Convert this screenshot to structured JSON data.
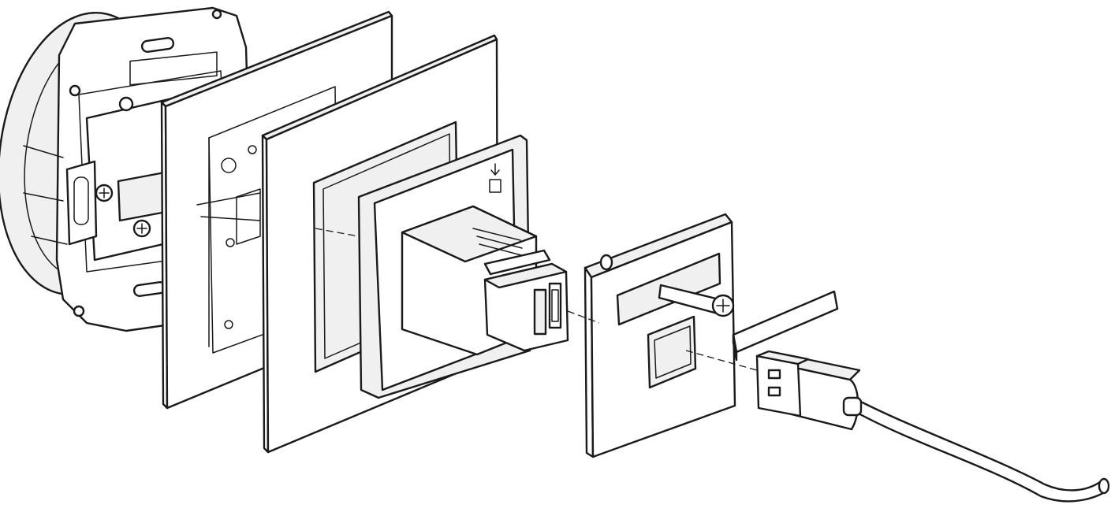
{
  "diagram": {
    "components": [
      {
        "id": "mounting-frame",
        "icon": "mounting-frame-with-claws"
      },
      {
        "id": "adapter-frame",
        "icon": "intermediate-frame"
      },
      {
        "id": "cover-frame",
        "icon": "decorative-frame"
      },
      {
        "id": "usb-module",
        "icon": "usb-socket-insert"
      },
      {
        "id": "face-plate",
        "icon": "cover-plate-with-screw"
      },
      {
        "id": "label-strip",
        "icon": "label-strip"
      },
      {
        "id": "usb-cable",
        "icon": "usb-plug-with-cable"
      }
    ],
    "colors": {
      "line": "#1a1a1a",
      "fill": "#ffffff",
      "shade": "#f0f0f0"
    }
  }
}
